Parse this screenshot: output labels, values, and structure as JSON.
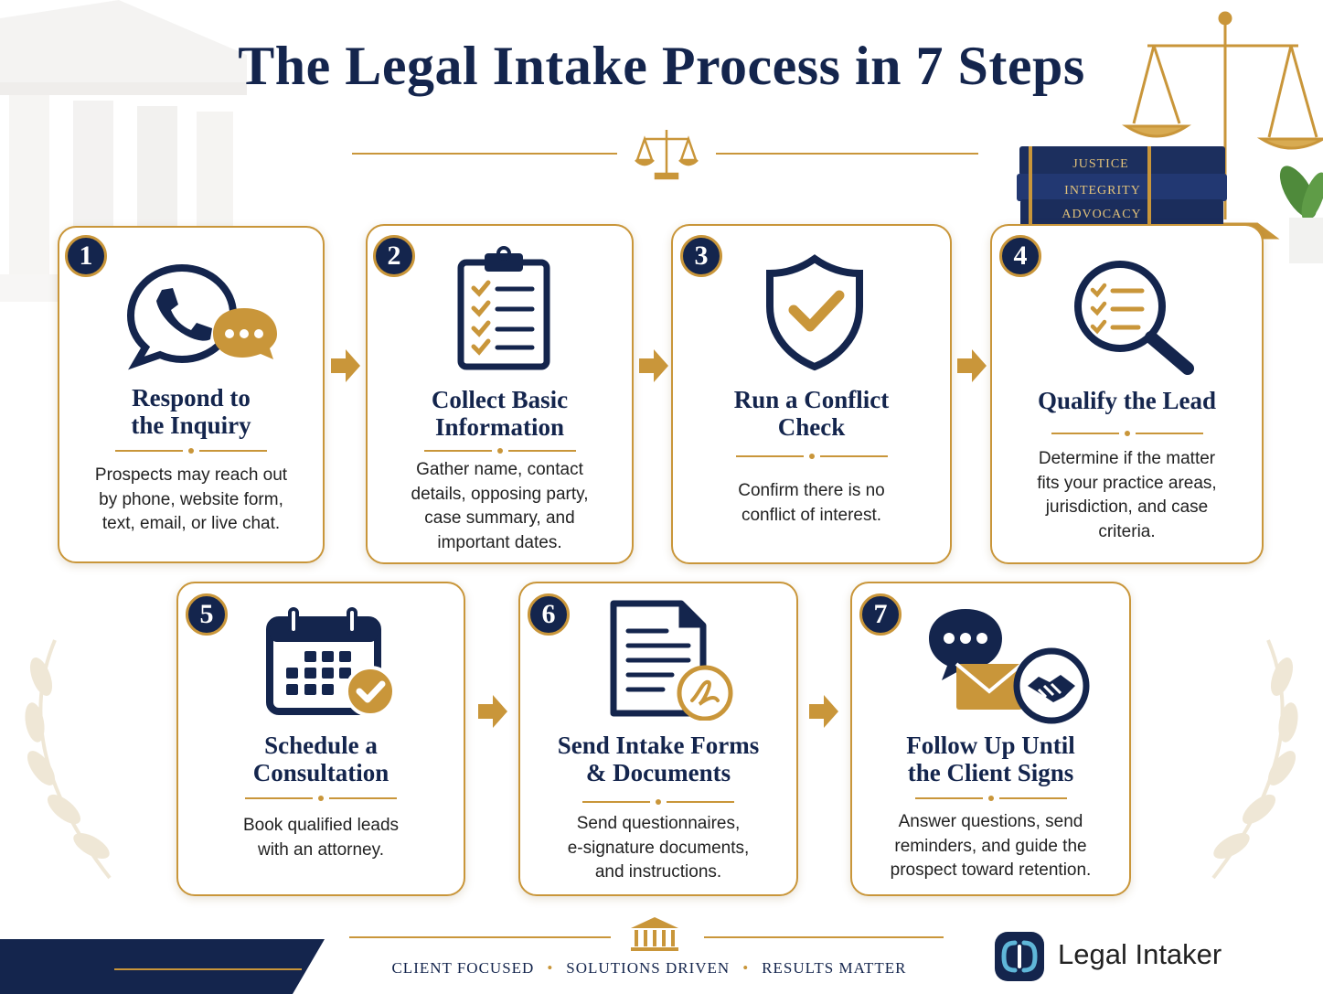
{
  "title": "The Legal Intake Process in 7 Steps",
  "books": [
    "JUSTICE",
    "INTEGRITY",
    "ADVOCACY"
  ],
  "colors": {
    "navy": "#14254d",
    "gold": "#c9963a",
    "background": "#ffffff"
  },
  "steps": [
    {
      "number": "1",
      "title": "Respond to\nthe Inquiry",
      "description": "Prospects may reach out\nby phone, website form,\ntext, email, or live chat.",
      "icon": "phone-chat-icon"
    },
    {
      "number": "2",
      "title": "Collect Basic\nInformation",
      "description": "Gather name, contact\ndetails, opposing party,\ncase summary, and\nimportant dates.",
      "icon": "clipboard-checklist-icon"
    },
    {
      "number": "3",
      "title": "Run a Conflict\nCheck",
      "description": "Confirm there is no\nconflict of interest.",
      "icon": "shield-check-icon"
    },
    {
      "number": "4",
      "title": "Qualify the Lead",
      "description": "Determine if the matter\nfits your practice areas,\njurisdiction, and case\ncriteria.",
      "icon": "magnifier-checklist-icon"
    },
    {
      "number": "5",
      "title": "Schedule a\nConsultation",
      "description": "Book qualified leads\nwith an attorney.",
      "icon": "calendar-check-icon"
    },
    {
      "number": "6",
      "title": "Send Intake Forms\n& Documents",
      "description": "Send questionnaires,\ne-signature documents,\nand instructions.",
      "icon": "document-signature-icon"
    },
    {
      "number": "7",
      "title": "Follow Up Until\nthe Client Signs",
      "description": "Answer questions, send\nreminders, and guide the\nprospect toward retention.",
      "icon": "chat-envelope-handshake-icon"
    }
  ],
  "footer": {
    "tags": [
      "CLIENT FOCUSED",
      "SOLUTIONS DRIVEN",
      "RESULTS MATTER"
    ]
  },
  "brand": {
    "name": "Legal Intaker"
  }
}
